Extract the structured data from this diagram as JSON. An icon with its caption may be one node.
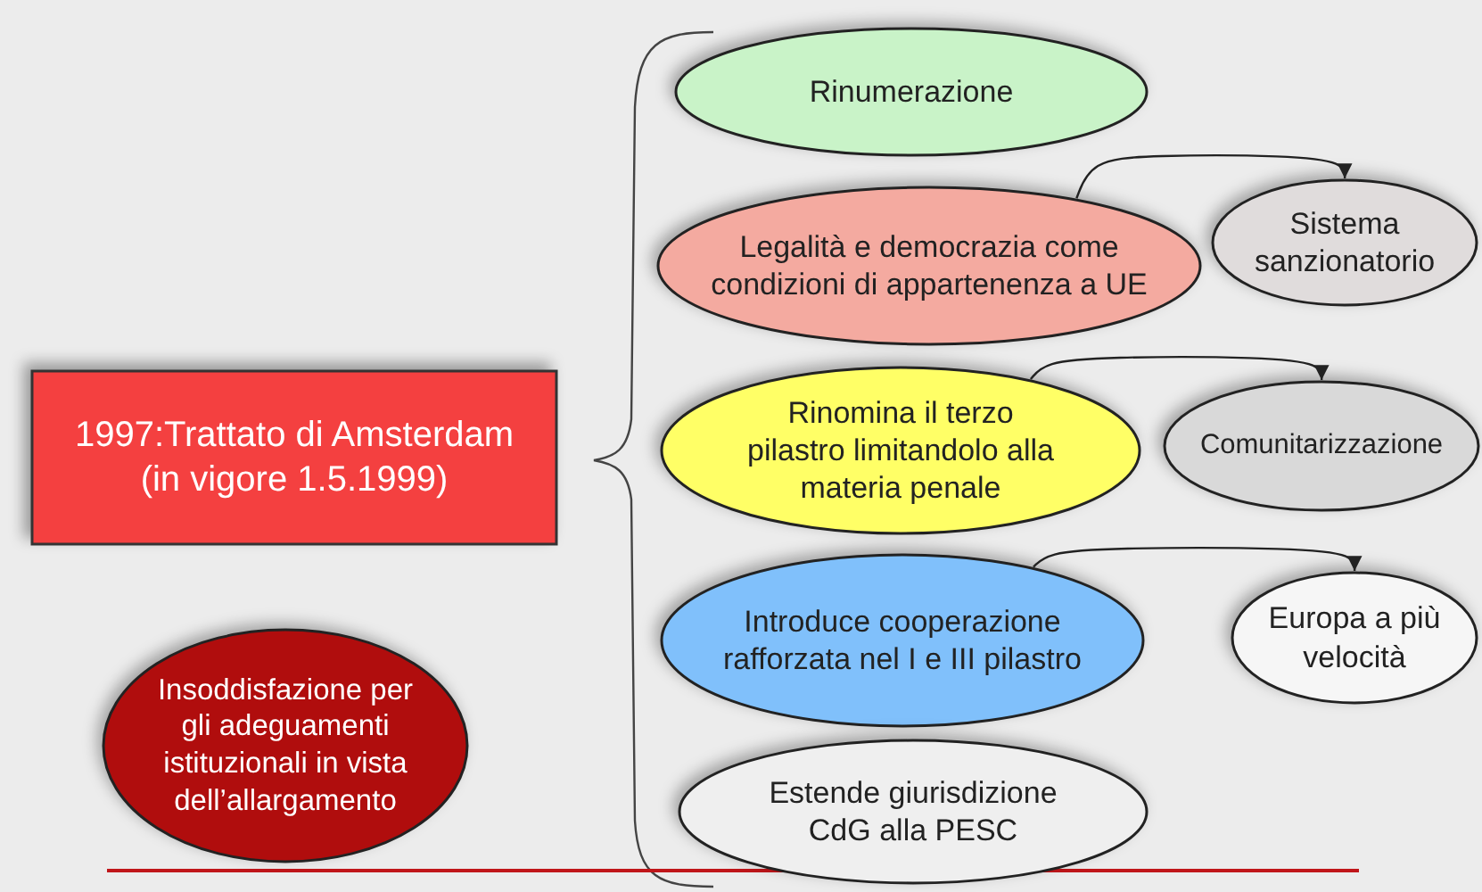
{
  "diagram": {
    "nodes": [
      {
        "text": [
          "1997:Trattato di Amsterdam (in vigore 1.5.1999)"
        ]
      },
      {
        "text": [
          "Rinumerazione"
        ]
      },
      {
        "text": [
          "Legalità e democrazia come condizioni di appartenenza a UE"
        ]
      },
      {
        "text": [
          "Sistema sanzionatorio"
        ]
      },
      {
        "text": [
          "Rinomina il terzo pilastro limitandolo alla materia penale"
        ]
      },
      {
        "text": [
          "Comunitarizzazione"
        ]
      },
      {
        "text": [
          "Introduce cooperazione rafforzata nel I e III pilastro"
        ]
      },
      {
        "text": [
          "Europa a più velocità"
        ]
      },
      {
        "text": [
          "Estende giurisdizione CdG alla PESC"
        ]
      },
      {
        "text": [
          "Insoddisfazione per gli adeguamenti istituzionali in vista dell’allargamento"
        ]
      }
    ],
    "edges": [
      {
        "from": 2,
        "to": 3,
        "arrow": "to"
      },
      {
        "from": 4,
        "to": 5,
        "arrow": "to"
      },
      {
        "from": 6,
        "to": 7,
        "arrow": "to"
      }
    ]
  }
}
